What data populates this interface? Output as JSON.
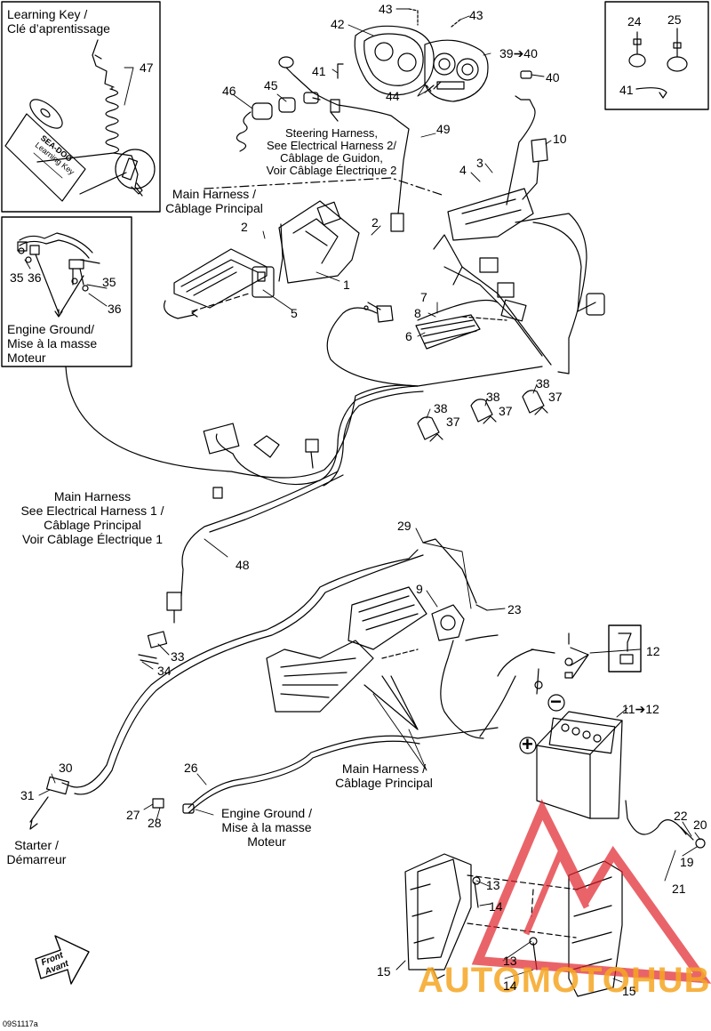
{
  "callouts": {
    "n1": "1",
    "n2a": "2",
    "n2b": "2",
    "n3": "3",
    "n4": "4",
    "n5": "5",
    "n6": "6",
    "n7": "7",
    "n8": "8",
    "n9": "9",
    "n10": "10",
    "n11": "11➔12",
    "n12": "12",
    "n13a": "13",
    "n13b": "13",
    "n14a": "14",
    "n14b": "14",
    "n15a": "15",
    "n15b": "15",
    "n19": "19",
    "n20": "20",
    "n21": "21",
    "n22": "22",
    "n23": "23",
    "n24": "24",
    "n25": "25",
    "n26": "26",
    "n27": "27",
    "n28": "28",
    "n29": "29",
    "n30": "30",
    "n31": "31",
    "n33": "33",
    "n34": "34",
    "n35a": "35",
    "n35b": "35",
    "n36a": "36",
    "n36b": "36",
    "n37a": "37",
    "n37b": "37",
    "n37c": "37",
    "n38a": "38",
    "n38b": "38",
    "n38c": "38",
    "n39": "39➔40",
    "n40": "40",
    "n41a": "41",
    "n41b": "41",
    "n42": "42",
    "n43a": "43",
    "n43b": "43",
    "n44": "44",
    "n45": "45",
    "n46": "46",
    "n47": "47",
    "n48": "48",
    "n49": "49"
  },
  "captions": {
    "learning_key": [
      "Learning Key /",
      "Clé d’aprentissage"
    ],
    "key_text": [
      "SEA-DOO",
      "Learning Key"
    ],
    "engine_ground_inset": [
      "Engine Ground/",
      "Mise à la masse",
      "Moteur"
    ],
    "steering_harness": [
      "Steering Harness,",
      "See Electrical Harness 2/",
      "Câblage de Guidon,",
      "Voir Câblage Électrique 2"
    ],
    "main_harness_top": [
      "Main Harness /",
      "Câblage Principal"
    ],
    "main_harness_left": [
      "Main Harness",
      "See Electrical Harness 1 /",
      "Câblage Principal",
      "Voir Câblage Électrique 1"
    ],
    "main_harness_bottom": [
      "Main Harness /",
      "Câblage Principal"
    ],
    "engine_ground_bottom": [
      "Engine Ground /",
      "Mise à la masse",
      "Moteur"
    ],
    "starter": [
      "Starter /",
      "Démarreur"
    ],
    "front": [
      "Front",
      "Avant"
    ],
    "battery_minus": "−",
    "battery_plus": "+",
    "diagram_code": "09S1117a",
    "watermark": "AUTOMOTOHUB"
  },
  "colors": {
    "line": "#000000",
    "watermark_red": "#e0232b",
    "watermark_orange": "#f5a623"
  }
}
